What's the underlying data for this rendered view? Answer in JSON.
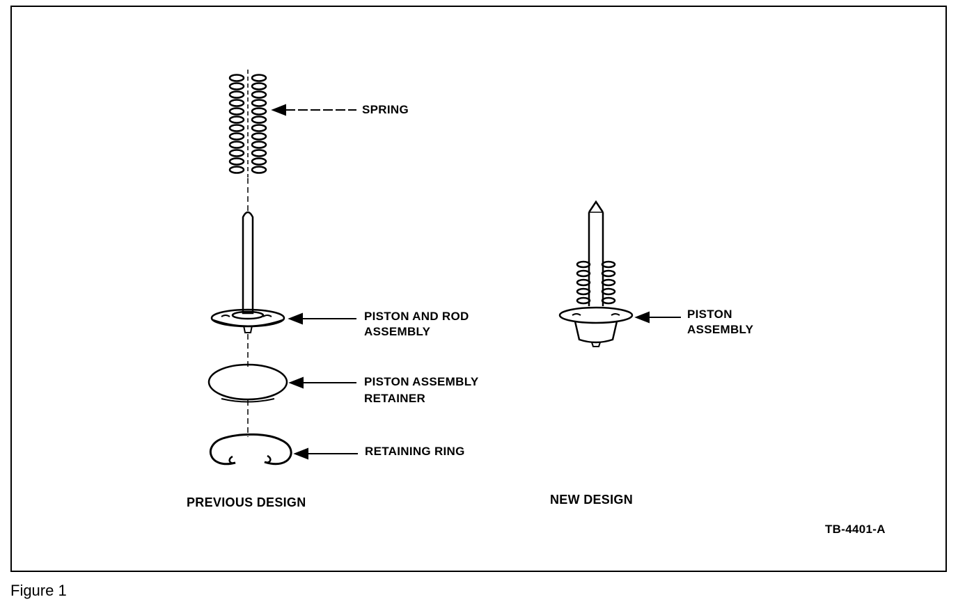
{
  "labels": {
    "spring": "SPRING",
    "piston_rod_1": "PISTON AND ROD",
    "piston_rod_2": "ASSEMBLY",
    "retainer_1": "PISTON ASSEMBLY",
    "retainer_2": "RETAINER",
    "retaining_ring": "RETAINING RING",
    "piston_assembly_1": "PISTON",
    "piston_assembly_2": "ASSEMBLY"
  },
  "captions": {
    "previous": "PREVIOUS DESIGN",
    "new": "NEW DESIGN",
    "code": "TB-4401-A"
  },
  "figure_caption": "Figure 1"
}
